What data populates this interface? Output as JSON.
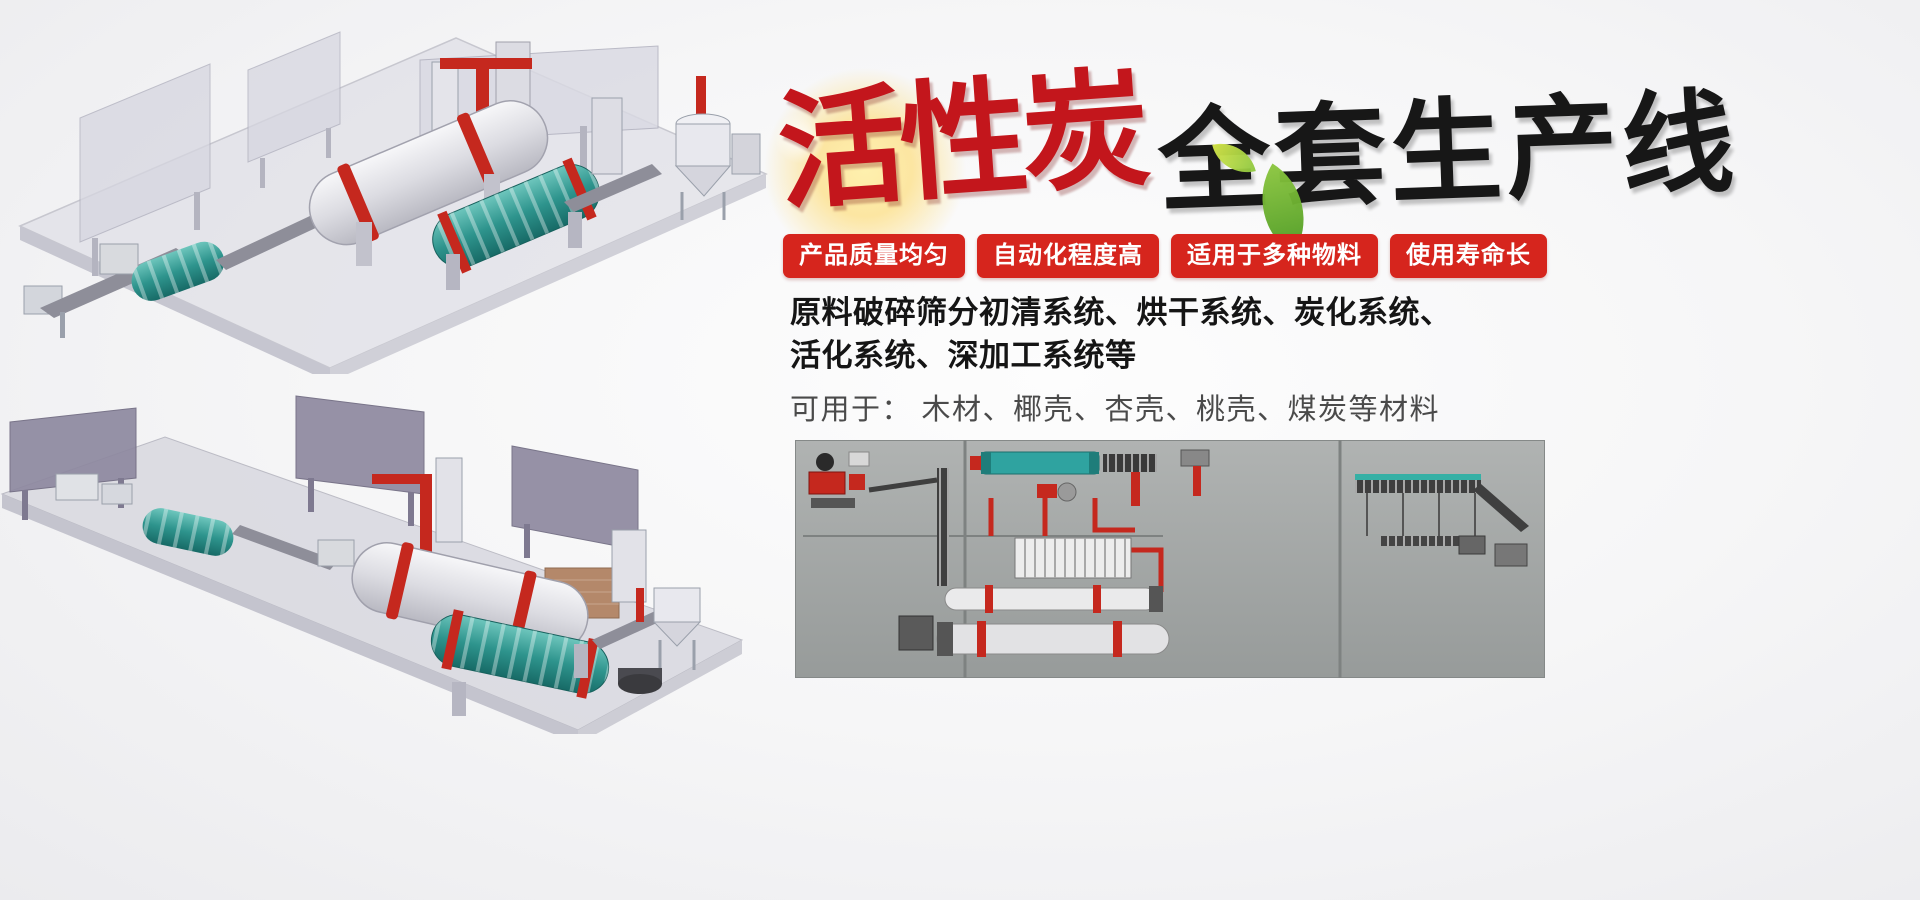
{
  "banner": {
    "title": {
      "red": "活性炭",
      "black": "全套生产线",
      "red_color": "#c3161c",
      "black_color": "#171717"
    },
    "badges": {
      "bg": "#d6251d",
      "text_color": "#ffffff",
      "items": [
        "产品质量均匀",
        "自动化程度高",
        "适用于多种物料",
        "使用寿命长"
      ]
    },
    "description": {
      "line1": "原料破碎筛分初清系统、烘干系统、炭化系统、",
      "line2": "活化系统、深加工系统等",
      "usage": "可用于： 木材、椰壳、杏壳、桃壳、煤炭等材料"
    },
    "colors": {
      "background": "#f4f4f5",
      "schematic_bg": "#a4a7a6",
      "pipe_red": "#c5281e",
      "drum_teal": "#2fa3a0"
    },
    "illustrations": {
      "top_left": "isometric-3d-render-production-line",
      "bottom_left": "isometric-3d-render-production-line",
      "bottom_right": "top-view-plan-schematic"
    }
  }
}
